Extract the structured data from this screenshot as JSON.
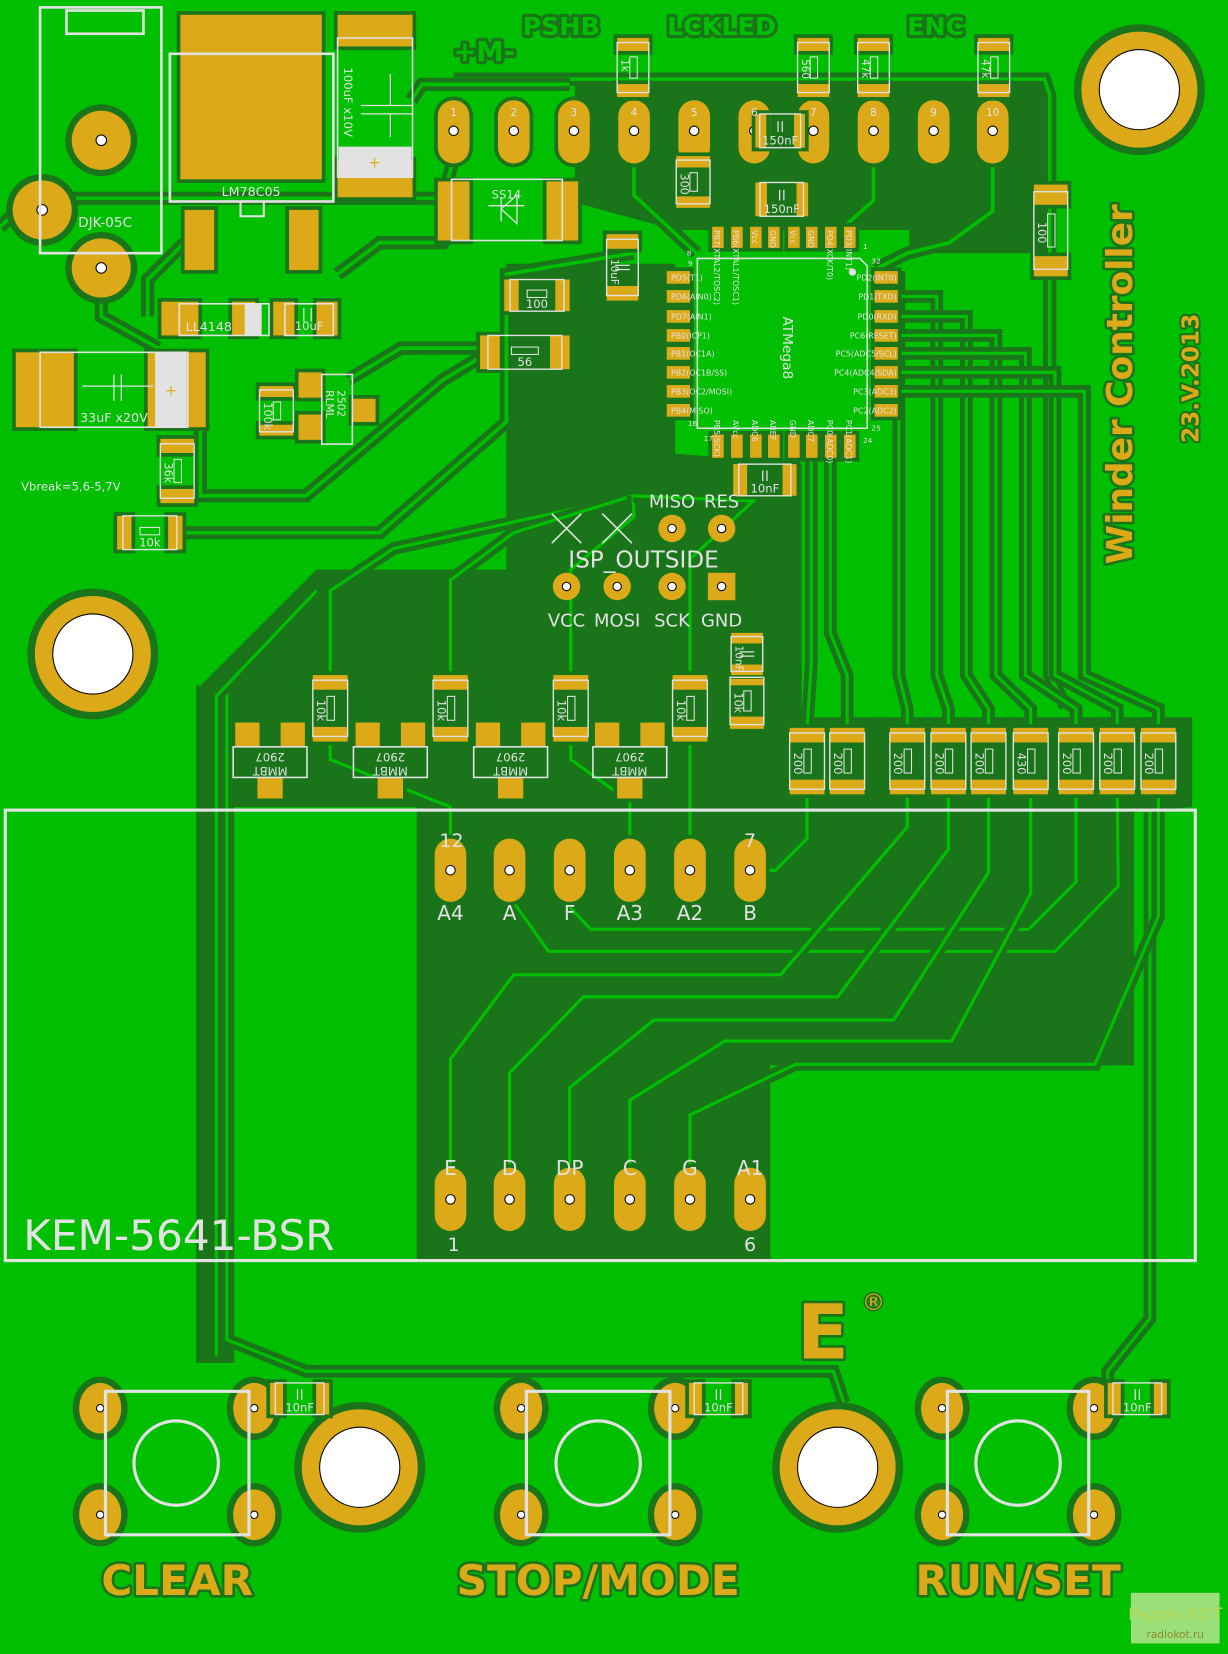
{
  "colors": {
    "board": "#00bf00",
    "pour": "#1a741a",
    "copper": "#dcaa18",
    "silk": "#e2e2e2",
    "hole": "#ffffff"
  },
  "title": {
    "name": "Winder Controller",
    "version": "23.V.2013"
  },
  "power": {
    "jack": "DJK-05C",
    "regulator": "LM78C05",
    "cap_in": "100uF x10V",
    "diode_schottky": "SS14",
    "diode_signal": "LL4148",
    "cap_10uf": "10uF",
    "cap_33uf": "33uF x20V",
    "r_100k": "100k",
    "mosfet_a": "RLML",
    "mosfet_b": "2502",
    "r_36k": "36k",
    "r_10k": "10k",
    "note": "Vbreak=5,6-5,7V"
  },
  "header": {
    "group_labels": [
      "+M-",
      "PSHB",
      "LCKLED",
      "ENC"
    ],
    "pins": [
      "1",
      "2",
      "3",
      "4",
      "5",
      "6",
      "7",
      "8",
      "9",
      "10"
    ],
    "resistors": [
      "1k",
      "560",
      "47k",
      "47k",
      "300"
    ],
    "caps": [
      "150nF",
      "150nF"
    ]
  },
  "misc": {
    "r_100_a": "100",
    "r_56": "56",
    "r_100_b": "100",
    "cap_10uf_b": "10uF",
    "cap_10nf_mcu": "10nF",
    "cap_10nf_isp": "10nF",
    "r_10k_isp": "10k"
  },
  "mcu": {
    "name": "ATMega8",
    "left_pins": [
      "PD5(T1)",
      "PD6(AIN0)",
      "PD7(AIN1)",
      "PB0(ICP1)",
      "PB1(OC1A)",
      "PB2(OC1B/SS)",
      "PB3(OC2/MOSI)",
      "PB4(MISO)"
    ],
    "right_pins": [
      "PD2(INT0)",
      "PD1(TXD)",
      "PD0(RXD)",
      "PC6(RESET)",
      "PC5(ADC5/SCL)",
      "PC4(ADC4/SDA)",
      "PC3(ADC3)",
      "PC2(ADC2)"
    ],
    "top_pins": [
      "PB7(XTAL2/TOSC2)",
      "PB6(XTAL1/TOSC1)",
      "Vcc",
      "GND",
      "Vcc",
      "GND",
      "PD4(XCK/T0)",
      "PD3(INT1)"
    ],
    "bottom_pins": [
      "PB5(SCK)",
      "AVcc",
      "ADC6",
      "AREF",
      "GND",
      "ADC7",
      "PC0(ADC0)",
      "PC1(ADC1)"
    ],
    "pin_numbers": {
      "p1": "1",
      "p8": "8",
      "p9": "9",
      "p16": "16",
      "p17": "17",
      "p24": "24",
      "p25": "25",
      "p32": "32"
    }
  },
  "isp": {
    "title": "ISP_OUTSIDE",
    "top_labels": [
      "MISO",
      "RES"
    ],
    "bottom_labels": [
      "VCC",
      "MOSI",
      "SCK",
      "GND"
    ]
  },
  "drivers": {
    "transistors": [
      {
        "a": "2907",
        "b": "MMBT"
      },
      {
        "a": "2907",
        "b": "MMBT"
      },
      {
        "a": "2907",
        "b": "MMBT"
      },
      {
        "a": "2907",
        "b": "MMBT"
      }
    ],
    "base_resistors": [
      "10k",
      "10k",
      "10k",
      "10k"
    ],
    "segment_resistors": [
      "200",
      "200",
      "200",
      "200",
      "200",
      "430",
      "200",
      "200",
      "200"
    ]
  },
  "display": {
    "part": "KEM-5641-BSR",
    "top_pins": [
      "A4",
      "A",
      "F",
      "A3",
      "A2",
      "B"
    ],
    "bottom_pins": [
      "E",
      "D",
      "DP",
      "C",
      "G",
      "A1"
    ],
    "pin_numbers": {
      "top_left": "12",
      "top_right": "7",
      "bottom_left": "1",
      "bottom_right": "6"
    }
  },
  "buttons": [
    {
      "label": "CLEAR",
      "cap": "10nF"
    },
    {
      "label": "STOP/MODE",
      "cap": "10nF"
    },
    {
      "label": "RUN/SET",
      "cap": "10nF"
    }
  ],
  "logo": {
    "letter": "E",
    "mark": "®"
  },
  "watermark": {
    "line1": "Радио КОТ",
    "line2": "radiokot.ru"
  }
}
